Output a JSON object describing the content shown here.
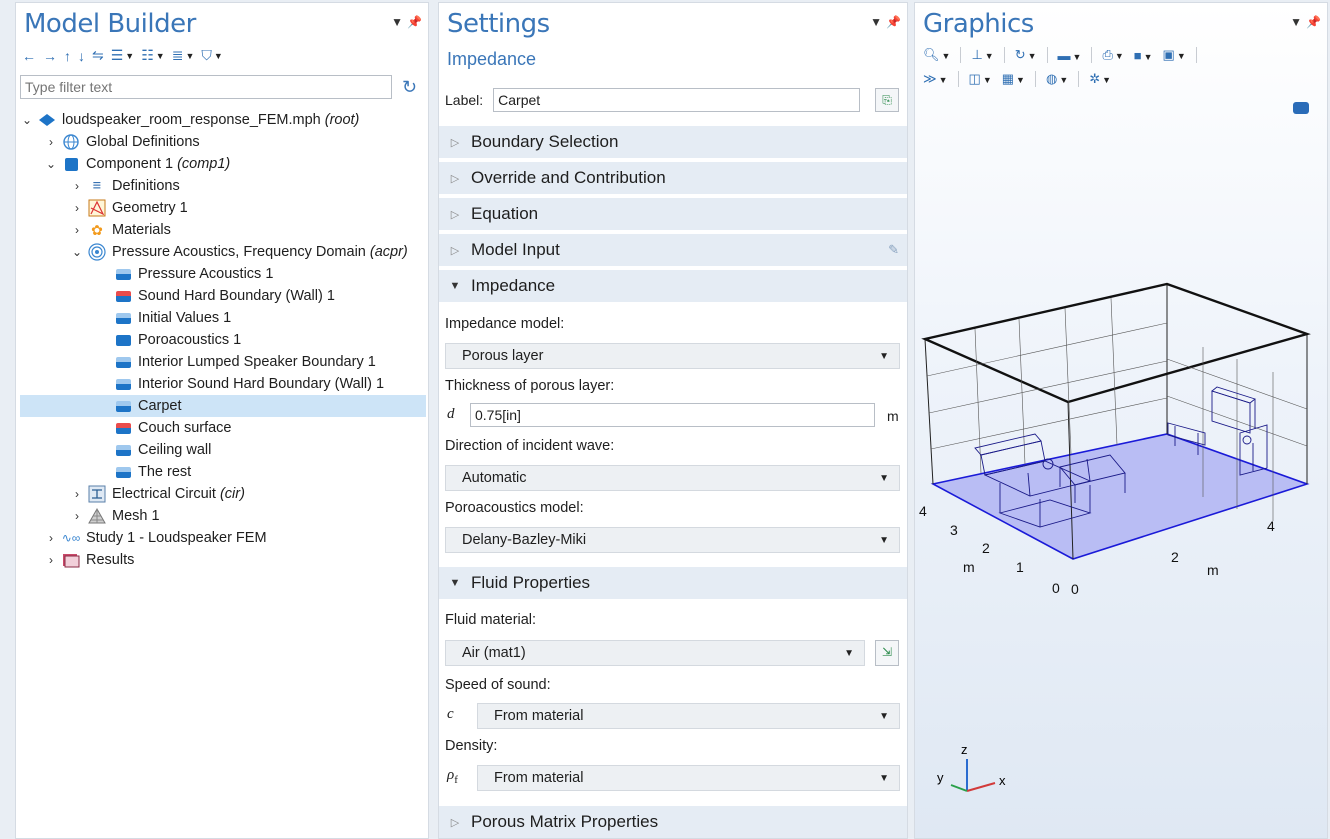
{
  "model_builder": {
    "title": "Model Builder",
    "filter_placeholder": "Type filter text",
    "tree": [
      {
        "label": "loudspeaker_room_response_FEM.mph",
        "tag": "(root)"
      },
      {
        "label": "Global Definitions",
        "tag": ""
      },
      {
        "label": "Component 1",
        "tag": "(comp1)"
      },
      {
        "label": "Definitions",
        "tag": ""
      },
      {
        "label": "Geometry 1",
        "tag": ""
      },
      {
        "label": "Materials",
        "tag": ""
      },
      {
        "label": "Pressure Acoustics, Frequency Domain",
        "tag": "(acpr)"
      },
      {
        "label": "Pressure Acoustics 1",
        "tag": ""
      },
      {
        "label": "Sound Hard Boundary (Wall) 1",
        "tag": ""
      },
      {
        "label": "Initial Values 1",
        "tag": ""
      },
      {
        "label": "Poroacoustics 1",
        "tag": ""
      },
      {
        "label": "Interior Lumped Speaker Boundary 1",
        "tag": ""
      },
      {
        "label": "Interior Sound Hard Boundary (Wall) 1",
        "tag": ""
      },
      {
        "label": "Carpet",
        "tag": ""
      },
      {
        "label": "Couch surface",
        "tag": ""
      },
      {
        "label": "Ceiling wall",
        "tag": ""
      },
      {
        "label": "The rest",
        "tag": ""
      },
      {
        "label": "Electrical Circuit",
        "tag": "(cir)"
      },
      {
        "label": "Mesh 1",
        "tag": ""
      },
      {
        "label": "Study 1 - Loudspeaker FEM",
        "tag": ""
      },
      {
        "label": "Results",
        "tag": ""
      }
    ]
  },
  "settings": {
    "title": "Settings",
    "subtitle": "Impedance",
    "label_caption": "Label:",
    "label_value": "Carpet",
    "sections": {
      "boundary_selection": "Boundary Selection",
      "override": "Override and Contribution",
      "equation": "Equation",
      "model_input": "Model Input",
      "impedance": "Impedance",
      "fluid_properties": "Fluid Properties",
      "porous_matrix": "Porous Matrix Properties"
    },
    "impedance_model_label": "Impedance model:",
    "impedance_model_value": "Porous layer",
    "thickness_label": "Thickness of porous layer:",
    "thickness_symbol": "d",
    "thickness_value": "0.75[in]",
    "thickness_unit": "m",
    "direction_label": "Direction of incident wave:",
    "direction_value": "Automatic",
    "poro_model_label": "Poroacoustics model:",
    "poro_model_value": "Delany-Bazley-Miki",
    "fluid_material_label": "Fluid material:",
    "fluid_material_value": "Air (mat1)",
    "speed_label": "Speed of sound:",
    "speed_symbol": "c",
    "speed_value": "From material",
    "density_label": "Density:",
    "density_symbol": "ρ",
    "density_subscript": "f",
    "density_value": "From material"
  },
  "graphics": {
    "title": "Graphics",
    "axis_labels": {
      "y_ticks": [
        "4",
        "3",
        "2",
        "1",
        "0"
      ],
      "x_ticks": [
        "0",
        "2",
        "4"
      ],
      "unit_left": "m",
      "unit_right": "m"
    },
    "triad": {
      "z": "z",
      "y": "y",
      "x": "x"
    }
  }
}
